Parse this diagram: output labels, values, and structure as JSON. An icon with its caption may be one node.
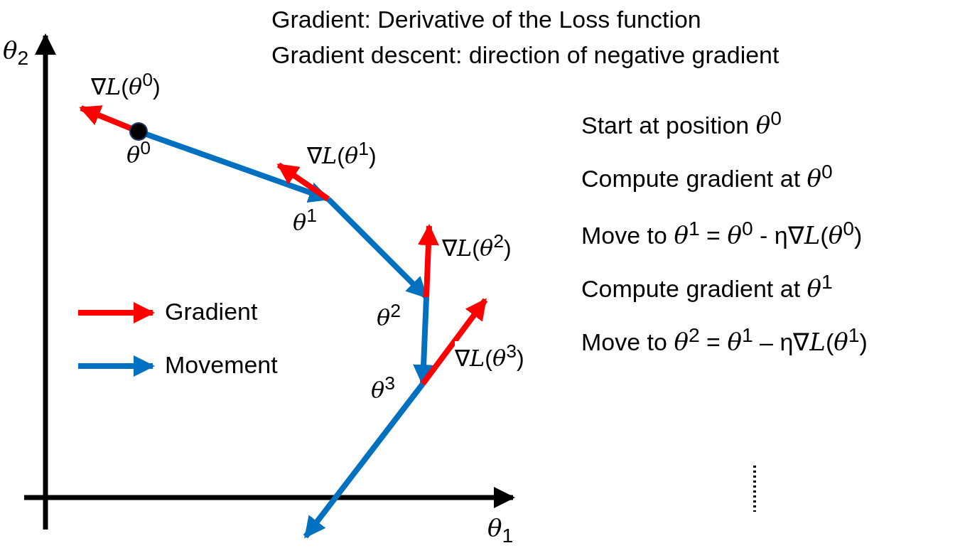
{
  "diagram": {
    "nodes": [
      {
        "text": [
          "*θ*$^{0}$"
        ]
      },
      {
        "text": [
          "*θ*$^{1}$"
        ]
      },
      {
        "text": [
          "*θ*$^{2}$"
        ]
      },
      {
        "text": [
          "*θ*$^{3}$"
        ]
      }
    ],
    "edges": [
      {
        "from": 0,
        "to": 1,
        "arrow": "to",
        "color": "#0070c0"
      },
      {
        "from": 1,
        "to": 2,
        "arrow": "to",
        "color": "#0070c0"
      },
      {
        "from": 2,
        "to": 3,
        "arrow": "to",
        "color": "#0070c0"
      },
      {
        "from": 3,
        "to": null,
        "arrow": "to",
        "color": "#0070c0"
      },
      {
        "from": 0,
        "to": null,
        "arrow": "to",
        "color": "#ff0000",
        "label": "∇*L*(*θ*$^{0}$)"
      },
      {
        "from": 1,
        "to": null,
        "arrow": "to",
        "color": "#ff0000",
        "label": "∇*L*(*θ*$^{1}$)"
      },
      {
        "from": 2,
        "to": null,
        "arrow": "to",
        "color": "#ff0000",
        "label": "∇*L*(*θ*$^{2}$)"
      },
      {
        "from": 3,
        "to": null,
        "arrow": "to",
        "color": "#ff0000",
        "label": "∇*L*(*θ*$^{3}$)"
      }
    ],
    "labels": [
      "Gradient: Derivative of the Loss function",
      "Gradient descent: direction of negative gradient",
      "*θ*$_{2}$",
      "Start at position *θ*$^{0}$",
      "Compute gradient at *θ*$^{0}$",
      "Move to *θ*$^{1}$ = *θ*$^{0}$ - η∇*L*(*θ*$^{0}$)",
      "Compute gradient at *θ*$^{1}$",
      "Move to *θ*$^{2}$ = *θ*$^{1}$ – η∇*L*(*θ*$^{1}$)",
      "*θ*$_{1}$"
    ],
    "legend": [
      {
        "text": "Gradient"
      },
      {
        "text": "Movement"
      }
    ]
  }
}
